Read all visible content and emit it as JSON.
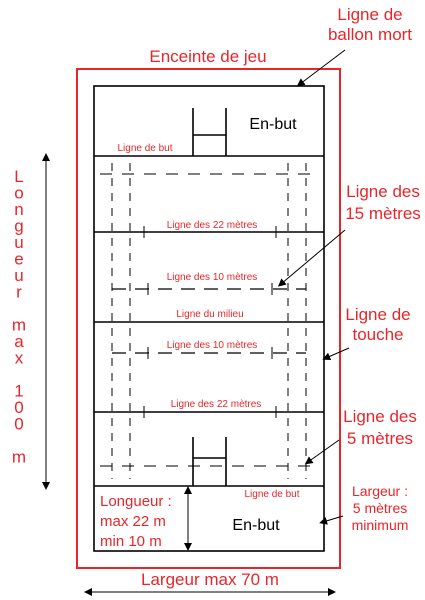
{
  "colors": {
    "annotation": "#e8262a",
    "field_lines": "#000000",
    "enclosure": "#e8262a"
  },
  "labels": {
    "dead_ball_line_1": "Ligne de",
    "dead_ball_line_2": "ballon mort",
    "playing_enclosure": "Enceinte de jeu",
    "in_goal_top": "En-but",
    "in_goal_bottom": "En-but",
    "goal_line_top": "Ligne de but",
    "goal_line_bottom": "Ligne de but",
    "line_15m_1": "Ligne des",
    "line_15m_2": "15 mètres",
    "line_22m_top": "Ligne des 22 mètres",
    "line_22m_bottom": "Ligne des 22 mètres",
    "line_10m_top": "Ligne des 10 mètres",
    "line_10m_bottom": "Ligne des 10 mètres",
    "halfway_line": "Ligne du milieu",
    "touch_line_1": "Ligne de",
    "touch_line_2": "touche",
    "line_5m_1": "Ligne des",
    "line_5m_2": "5 mètres",
    "width_min_1": "Largeur :",
    "width_min_2": "5 mètres",
    "width_min_3": "minimum",
    "ingoal_length_1": "Longueur :",
    "ingoal_length_2": "max 22 m",
    "ingoal_length_3": "min 10 m",
    "width_max": "Largeur max 70 m",
    "length_max_letters": [
      "L",
      "o",
      "n",
      "g",
      "u",
      "e",
      "u",
      "r",
      "",
      "m",
      "a",
      "x",
      "",
      "1",
      "0",
      "0",
      "",
      "m"
    ]
  }
}
